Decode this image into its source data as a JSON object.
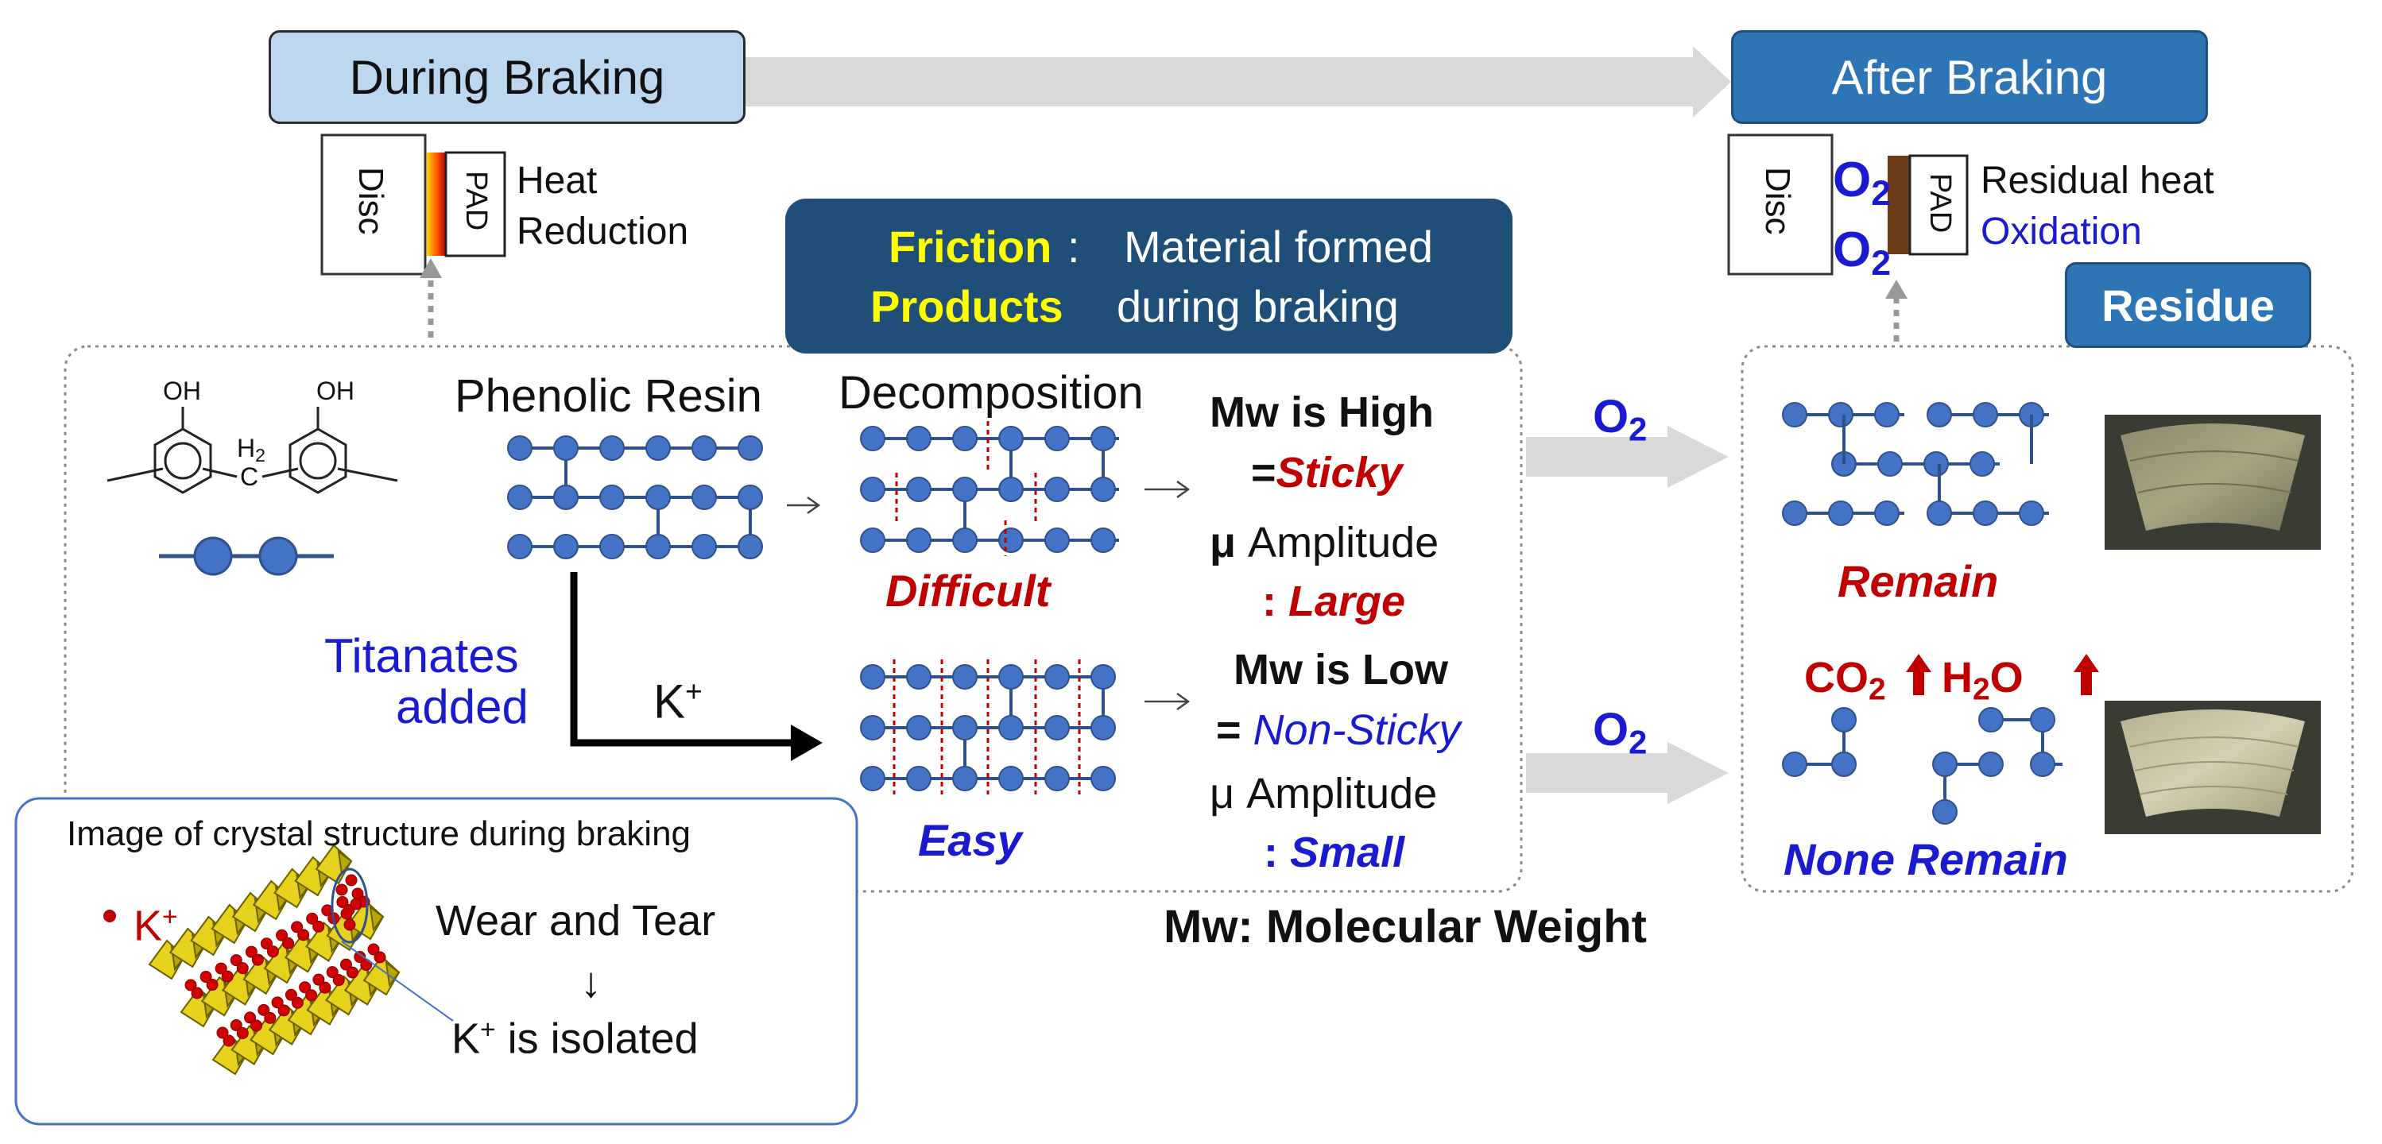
{
  "headers": {
    "during_braking": "During Braking",
    "after_braking": "After Braking",
    "residue": "Residue"
  },
  "disc_pad_left": {
    "disc_label": "Disc",
    "pad_label": "PAD",
    "note_line1": "Heat",
    "note_line2": "Reduction"
  },
  "disc_pad_right": {
    "disc_label": "Disc",
    "pad_label": "PAD",
    "oxygen_top": "O",
    "oxygen_top_sub": "2",
    "oxygen_bottom": "O",
    "oxygen_bottom_sub": "2",
    "note_line1": "Residual heat",
    "note_line2": "Oxidation"
  },
  "definition_box": {
    "term_line1": "Friction",
    "term_line2": "Products",
    "separator": ":",
    "desc_line1": "Material formed",
    "desc_line2": "during braking"
  },
  "resin": {
    "oh_left": "OH",
    "oh_right": "OH",
    "ch2": "H",
    "ch2_sub": "2",
    "ch2_c": "C",
    "phenolic_resin": "Phenolic Resin",
    "decomposition": "Decomposition",
    "difficult": "Difficult",
    "easy": "Easy",
    "titanates_line1": "Titanates",
    "titanates_line2": "added",
    "k_plus": "K",
    "k_plus_sup": "+"
  },
  "high_path": {
    "mw_line": "Mw is High",
    "eq": "=",
    "sticky": "Sticky",
    "mu": "μ",
    "amplitude": " Amplitude",
    "colon": ": ",
    "size": "Large"
  },
  "low_path": {
    "mw_line": "Mw is Low",
    "eq": "= ",
    "sticky": "Non-Sticky",
    "mu_amplitude": "μ Amplitude",
    "colon": ": ",
    "size": "Small"
  },
  "oxygen_arrows": {
    "top": "O",
    "top_sub": "2",
    "bottom": "O",
    "bottom_sub": "2"
  },
  "residue_panel": {
    "remain": "Remain",
    "none_remain": "None Remain",
    "co2": "CO",
    "co2_sub": "2",
    "h2o_h": "H",
    "h2o_sub": "2",
    "h2o_o": "O"
  },
  "crystal_inset": {
    "title": "Image of crystal structure during braking",
    "legend_k": "K",
    "legend_k_sup": "+",
    "wear_and_tear": "Wear and Tear",
    "down_arrow": "↓",
    "isolated_k": "K",
    "isolated_sup": "+",
    "isolated_rest": " is isolated"
  },
  "footnote": "Mw: Molecular Weight",
  "colors": {
    "header_light": "#bdd7ee",
    "header_dark": "#2e75b6",
    "definition_box": "#1f4e79",
    "node_blue": "#4472c4",
    "accent_red": "#c00000",
    "accent_yellow": "#ffff00",
    "text_blue": "#1a1ad0",
    "arrow_gray": "#d9d9d9"
  }
}
